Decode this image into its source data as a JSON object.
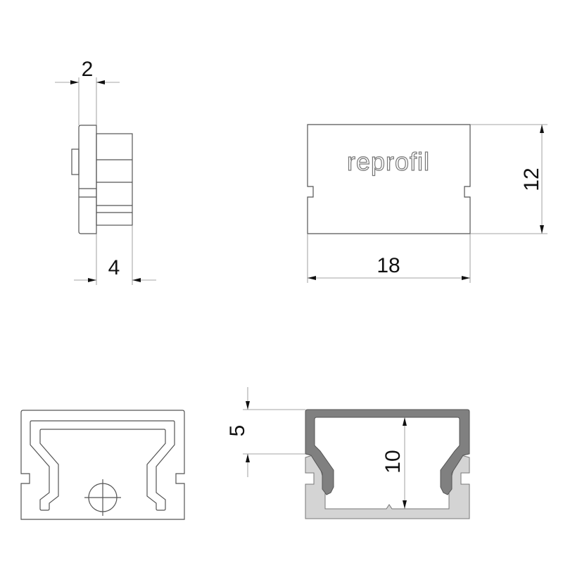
{
  "drawing": {
    "brand_logo": "reprofil",
    "dimensions": {
      "plate_thickness": "2",
      "body_depth": "4",
      "width": "18",
      "height": "12",
      "cap_height": "5",
      "inner_height": "10"
    },
    "colors": {
      "cover": "#808080",
      "profile": "#d4d4d4",
      "line": "#555555"
    }
  }
}
